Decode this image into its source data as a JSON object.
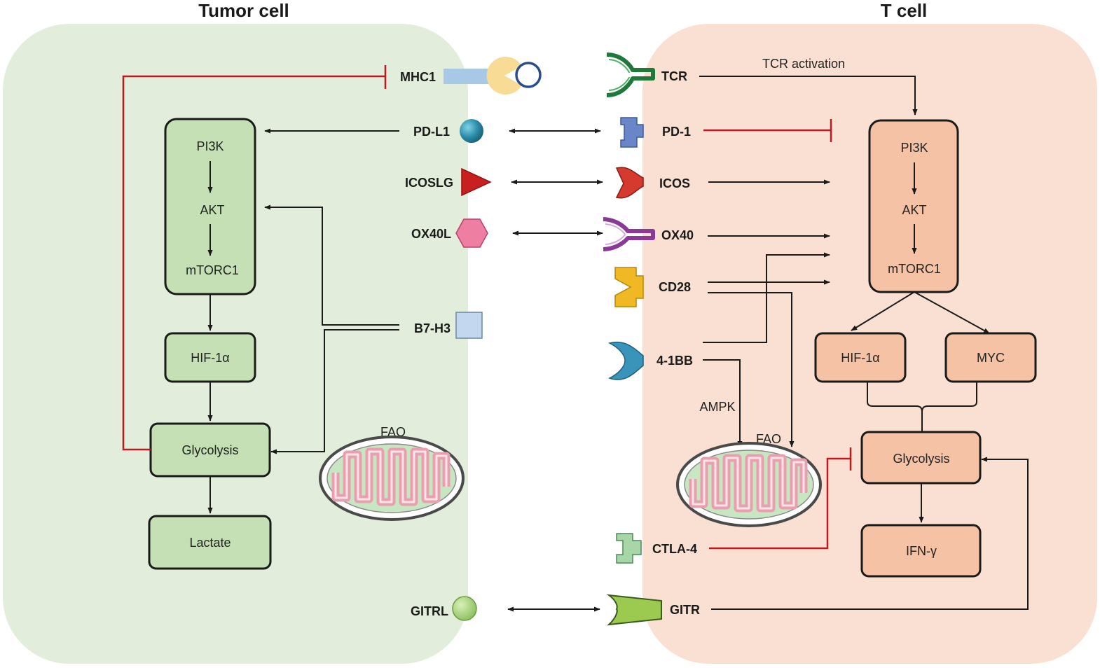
{
  "cells": {
    "tumor_title": "Tumor cell",
    "t_title": "T cell"
  },
  "tumor": {
    "pi3k": "PI3K",
    "akt": "AKT",
    "mtorc1": "mTORC1",
    "hif": "HIF-1α",
    "glycolysis": "Glycolysis",
    "lactate": "Lactate",
    "fao": "FAO"
  },
  "ligands": {
    "mhc1": "MHC1",
    "pdl1": "PD-L1",
    "icoslg": "ICOSLG",
    "ox40l": "OX40L",
    "b7h3": "B7-H3",
    "gitrl": "GITRL"
  },
  "receptors": {
    "tcr": "TCR",
    "pd1": "PD-1",
    "icos": "ICOS",
    "ox40": "OX40",
    "cd28": "CD28",
    "fourbb": "4-1BB",
    "ctla4": "CTLA-4",
    "gitr": "GITR"
  },
  "tcell": {
    "tcr_activation": "TCR activation",
    "pi3k": "PI3K",
    "akt": "AKT",
    "mtorc1": "mTORC1",
    "hif": "HIF-1α",
    "myc": "MYC",
    "glycolysis": "Glycolysis",
    "ifn": "IFN-γ",
    "ampk": "AMPK",
    "fao": "FAO"
  },
  "colors": {
    "tumor_bg": "#e2eedb",
    "tcell_bg": "#f9e0d2",
    "green_box": "#c4e0b4",
    "orange_box": "#f5c2a6",
    "inhibit_red": "#c0181e"
  }
}
